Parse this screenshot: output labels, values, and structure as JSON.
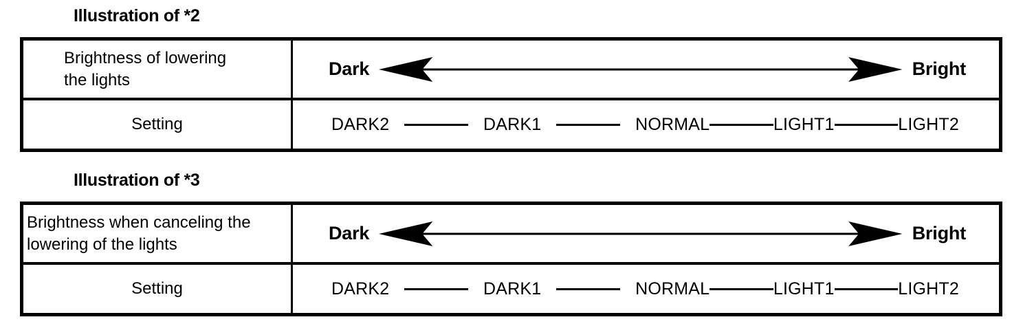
{
  "document": {
    "background_color": "#ffffff",
    "line_color": "#000000"
  },
  "sections": [
    {
      "title": "Illustration of *2",
      "table": {
        "rows": [
          {
            "label": "Brightness of lowering\nthe lights",
            "value_type": "arrow-scale",
            "left_label": "Dark",
            "right_label": "Bright",
            "arrow_direction": "double"
          },
          {
            "label": "Setting",
            "value_type": "setting-scale",
            "settings": [
              "DARK2",
              "DARK1",
              "NORMAL",
              "LIGHT1",
              "LIGHT2"
            ]
          }
        ]
      }
    },
    {
      "title": "Illustration of *3",
      "table": {
        "rows": [
          {
            "label": "Brightness when canceling the\nlowering of the lights",
            "value_type": "arrow-scale",
            "left_label": "Dark",
            "right_label": "Bright",
            "arrow_direction": "double"
          },
          {
            "label": "Setting",
            "value_type": "setting-scale",
            "settings": [
              "DARK2",
              "DARK1",
              "NORMAL",
              "LIGHT1",
              "LIGHT2"
            ]
          }
        ]
      }
    }
  ]
}
